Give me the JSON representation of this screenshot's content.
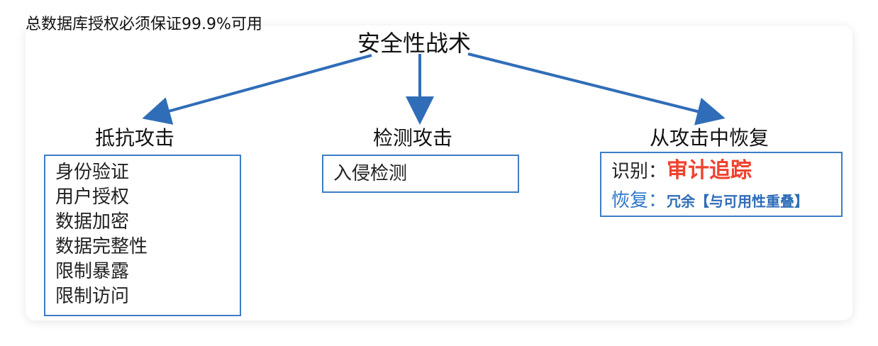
{
  "top_cropped_text": "总数据库授权必须保证99.9%可用",
  "root": {
    "title": "安全性战术"
  },
  "branches": [
    {
      "title": "抵抗攻击",
      "items": [
        "身份验证",
        "用户授权",
        "数据加密",
        "数据完整性",
        "限制暴露",
        "限制访问"
      ]
    },
    {
      "title": "检测攻击",
      "items": [
        "入侵检测"
      ]
    },
    {
      "title": "从攻击中恢复",
      "identify_label": "识别：",
      "identify_value": "审计追踪",
      "recover_label": "恢复：",
      "recover_value": "冗余【与可用性重叠】"
    }
  ],
  "colors": {
    "arrow": "#2f6db8",
    "box_border": "#3d7cc7",
    "audit_red": "#f0412d",
    "recover_blue": "#2f78c9"
  }
}
